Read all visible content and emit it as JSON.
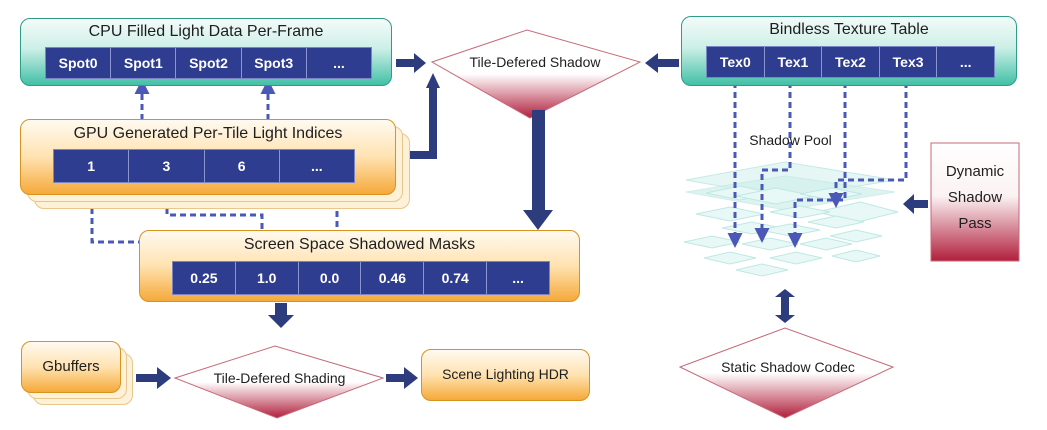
{
  "cpu_light_data": {
    "title": "CPU Filled Light Data Per-Frame",
    "cells": [
      "Spot0",
      "Spot1",
      "Spot2",
      "Spot3",
      "..."
    ]
  },
  "tile_defered_shadow": {
    "label": "Tile-Defered Shadow"
  },
  "bindless_texture_table": {
    "title": "Bindless Texture Table",
    "cells": [
      "Tex0",
      "Tex1",
      "Tex2",
      "Tex3",
      "..."
    ]
  },
  "gpu_light_indices": {
    "title": "GPU Generated Per-Tile Light Indices",
    "cells": [
      "1",
      "3",
      "6",
      "..."
    ]
  },
  "shadow_pool": {
    "title": "Shadow Pool"
  },
  "dynamic_shadow_pass": {
    "label": "Dynamic Shadow Pass"
  },
  "shadowed_masks": {
    "title": "Screen Space Shadowed Masks",
    "cells": [
      "0.25",
      "1.0",
      "0.0",
      "0.46",
      "0.74",
      "..."
    ]
  },
  "gbuffers": {
    "label": "Gbuffers"
  },
  "tile_defered_shading": {
    "label": "Tile-Defered Shading"
  },
  "scene_lighting_hdr": {
    "label": "Scene Lighting HDR"
  },
  "static_shadow_codec": {
    "label": "Static Shadow Codec"
  },
  "colors": {
    "cell_fill": "#2e3d8f",
    "arrow": "#2d3c7d",
    "teal_accent": "#42c0a6",
    "orange_accent": "#f5a93a",
    "gate_red": "#b11f3c"
  }
}
